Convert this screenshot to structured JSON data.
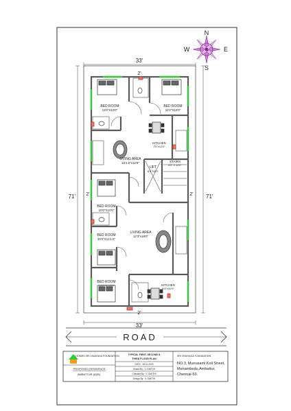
{
  "compass": {
    "n": "N",
    "e": "E",
    "s": "S",
    "w": "W"
  },
  "dimensions": {
    "top_width": "33'",
    "bottom_width": "33'",
    "left_depth": "71'",
    "right_depth": "71'",
    "left_setback": "2'",
    "right_setback": "2'",
    "front_setback": "2'",
    "rear_setback": "2'"
  },
  "upper_unit": {
    "bedroom_left": {
      "name": "BED ROOM",
      "size": "11'0\"X10'0\""
    },
    "bedroom_right": {
      "name": "BED ROOM",
      "size": "11'0\"X10'0\""
    },
    "kitchen": {
      "name": "KITCHEN",
      "size": "7'0\"x12'0\""
    },
    "living": {
      "name": "LIVING AREA",
      "size": "13'4.5\"x12'9\""
    },
    "lift": {
      "name": "LIFT",
      "size": "6'0\"X6'0\""
    },
    "stairs": {
      "name": "STAIRS",
      "size": "6'0\" X 10'0\""
    }
  },
  "lower_unit": {
    "bedroom_1": {
      "name": "BED ROOM",
      "size": "10'0\"X10'0\""
    },
    "bedroom_2": {
      "name": "BED ROOM",
      "size": "10'0\"X11'1.5\""
    },
    "bedroom_3": {
      "name": "BED ROOM",
      "size": "10'0\"X10'0\""
    },
    "living": {
      "name": "LIVING AREA",
      "size": "12'3\"x18'0\""
    },
    "kitchen": {
      "name": "KITCHEN",
      "size": "6'0\"x10'0\""
    }
  },
  "road": "ROAD",
  "title_block": {
    "company": "HOMES SRI VINAYAGA FOUNDATION",
    "project": "PROPOSED RESIDENCE",
    "location": "AMBATTUR (AZB).",
    "plan_title_1": "TYPICAL FIRST, SECOND &",
    "plan_title_2": "THIRD FLOOR PLAN",
    "date": "DATE : 16-11-2020",
    "drawn_by": "Drawn By : V. SAKTHI",
    "checked_by": "Checked By : V. SAKTHI",
    "design_by": "Design By : V. SAKTHI",
    "firm": "SRI VINAYAGA FOUNDATION",
    "address_1": "NO.3, Munusami Koil Street,",
    "address_2": "Menambedu,Ambattur,",
    "address_3": "Chennai-53."
  },
  "colors": {
    "wall": "#5a5a5a",
    "window": "#35c83a",
    "door": "#c0392b",
    "compass": "#c84fd0"
  }
}
